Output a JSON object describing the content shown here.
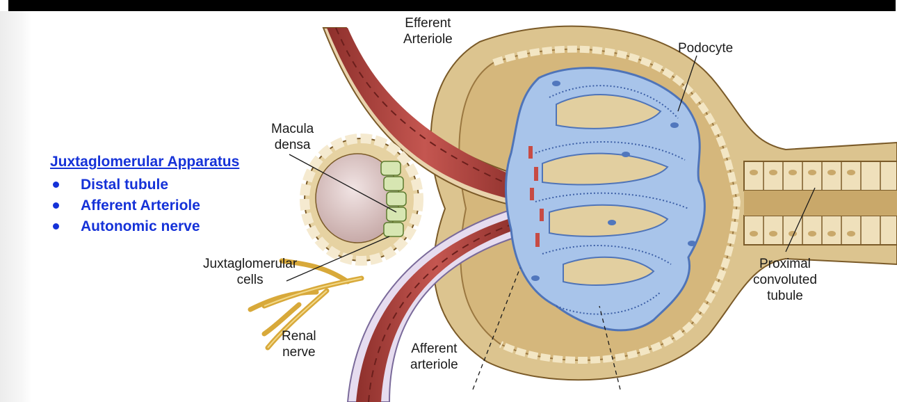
{
  "labels": {
    "efferent_arteriole": [
      "Efferent",
      "Arteriole"
    ],
    "podocyte": "Podocyte",
    "macula_densa": [
      "Macula",
      "densa"
    ],
    "juxtaglomerular_cells": [
      "Juxtaglomerular",
      "cells"
    ],
    "renal_nerve": [
      "Renal",
      "nerve"
    ],
    "afferent_arteriole": [
      "Afferent",
      "arteriole"
    ],
    "proximal_convoluted_tubule": [
      "Proximal",
      "convoluted",
      "tubule"
    ]
  },
  "annotation": {
    "title": "Juxtaglomerular Apparatus",
    "items": [
      "Distal tubule",
      "Afferent Arteriole",
      "Autonomic nerve"
    ],
    "color": "#1532d8"
  },
  "colors": {
    "capsule": "#dcc48f",
    "capsule_inner": "#c9a86a",
    "vessel": "#a8403a",
    "vessel_dark": "#7f2a26",
    "glomerulus": "#a8c4ea",
    "glomerulus_edge": "#5c7fc0",
    "nerve": "#e2b84c",
    "macula_cells": "#d7e6b2"
  }
}
